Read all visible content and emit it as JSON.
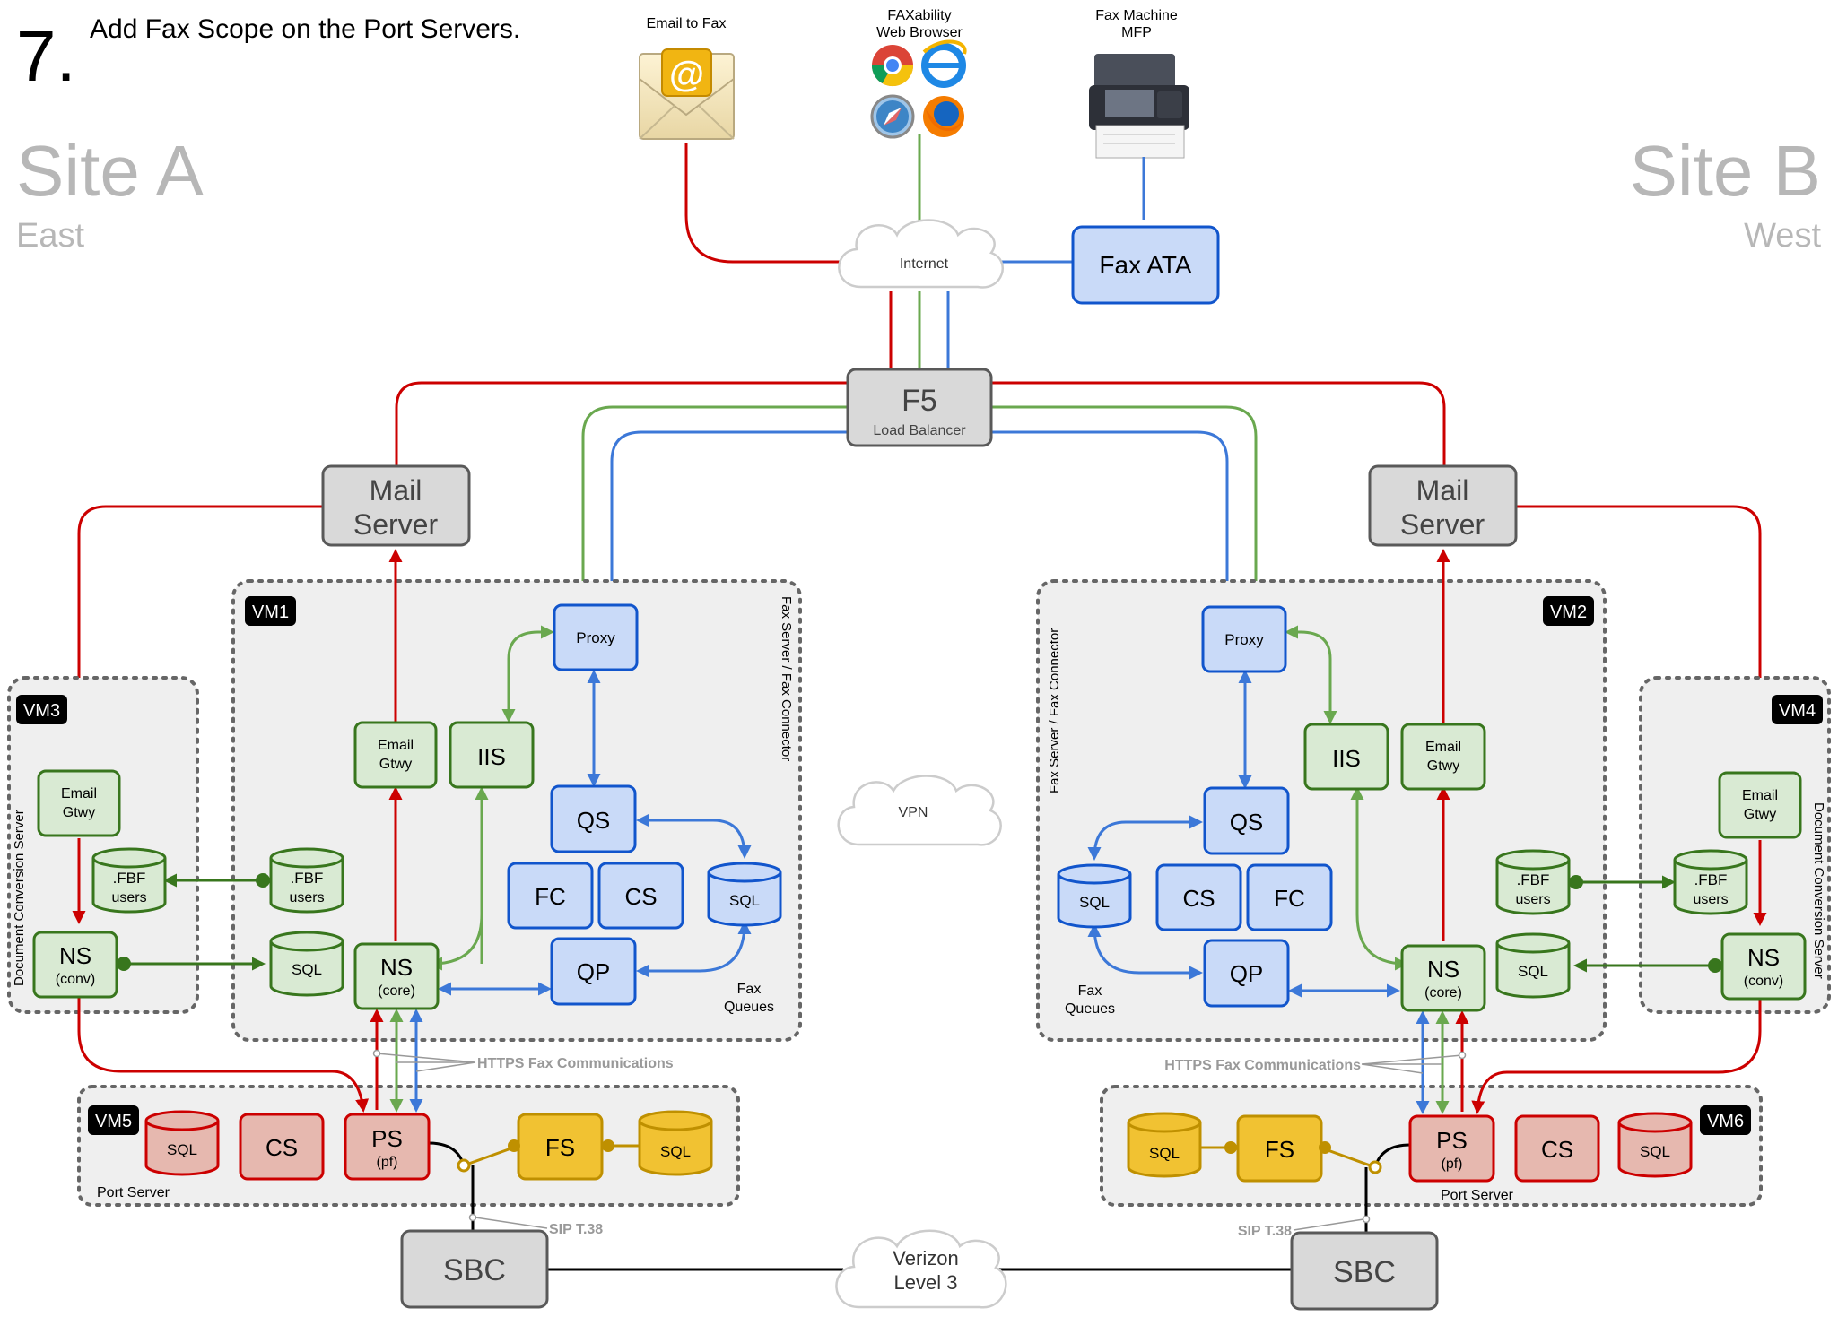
{
  "header": {
    "step_number": "7.",
    "title": "Add Fax Scope on the Port Servers."
  },
  "sites": {
    "a": {
      "name": "Site A",
      "region": "East"
    },
    "b": {
      "name": "Site B",
      "region": "West"
    }
  },
  "sources": {
    "email": "Email to Fax",
    "browser_line1": "FAXability",
    "browser_line2": "Web Browser",
    "fax_line1": "Fax Machine",
    "fax_line2": "MFP"
  },
  "clouds": {
    "internet": "Internet",
    "vpn": "VPN",
    "carrier_line1": "Verizon",
    "carrier_line2": "Level 3"
  },
  "fax_ata": "Fax ATA",
  "f5": {
    "title": "F5",
    "subtitle": "Load Balancer"
  },
  "mail_server": {
    "line1": "Mail",
    "line2": "Server"
  },
  "vm_labels": {
    "vm1": "VM1",
    "vm2": "VM2",
    "vm3": "VM3",
    "vm4": "VM4",
    "vm5": "VM5",
    "vm6": "VM6"
  },
  "group_labels": {
    "fax_server": "Fax Server / Fax Connector",
    "doc_conversion": "Document Conversion Server",
    "port_server": "Port Server"
  },
  "nodes": {
    "proxy": "Proxy",
    "iis": "IIS",
    "email_gtwy_1": "Email",
    "email_gtwy_2": "Gtwy",
    "qs": "QS",
    "fc": "FC",
    "cs": "CS",
    "qp": "QP",
    "sql": "SQL",
    "ns": "NS",
    "ns_core": "(core)",
    "ns_conv": "(conv)",
    "fbf_1": ".FBF",
    "fbf_2": "users",
    "fax_queues_1": "Fax",
    "fax_queues_2": "Queues",
    "ps": "PS",
    "ps_pf": "(pf)",
    "fs": "FS",
    "sbc": "SBC"
  },
  "link_labels": {
    "https": "HTTPS Fax Communications",
    "sip": "SIP T.38"
  },
  "colors": {
    "red": "#cc0000",
    "green": "#6aa84f",
    "dark_green": "#38761d",
    "blue": "#3c78d8",
    "gray": "#666666",
    "gold": "#bf9000"
  }
}
